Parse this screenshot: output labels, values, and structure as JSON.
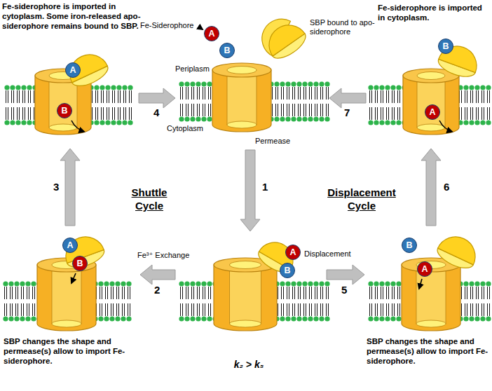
{
  "diagram": {
    "nodes": [
      {
        "text": [
          "A"
        ]
      },
      {
        "text": [
          "B"
        ]
      },
      {
        "text": [
          "A"
        ]
      },
      {
        "text": [
          "B"
        ]
      },
      {
        "text": [
          "B"
        ]
      },
      {
        "text": [
          "A"
        ]
      },
      {
        "text": [
          "A"
        ]
      },
      {
        "text": [
          "B"
        ]
      },
      {
        "text": [
          "A"
        ]
      },
      {
        "text": [
          "B"
        ]
      },
      {
        "text": [
          "B"
        ]
      },
      {
        "text": [
          "A"
        ]
      }
    ],
    "labels": [
      "Fe-siderophore is imported in cytoplasm. Some iron-released apo-siderophore remains bound to SBP.",
      "Fe-Siderophore",
      "SBP bound to apo-siderophore",
      "Fe-siderophore is imported in cytoplasm.",
      "Periplasm",
      "Cytoplasm",
      "Permease",
      "4",
      "7",
      "3",
      "1",
      "Shuttle Cycle",
      "Displacement Cycle",
      "6",
      "Fe³⁺ Exchange",
      "Displacement",
      "2",
      "5",
      "k₂ > k₅",
      "SBP changes the shape and permease(s) allow to import Fe-siderophore.",
      "SBP changes the shape and permease(s) allow to import Fe-siderophore."
    ]
  }
}
